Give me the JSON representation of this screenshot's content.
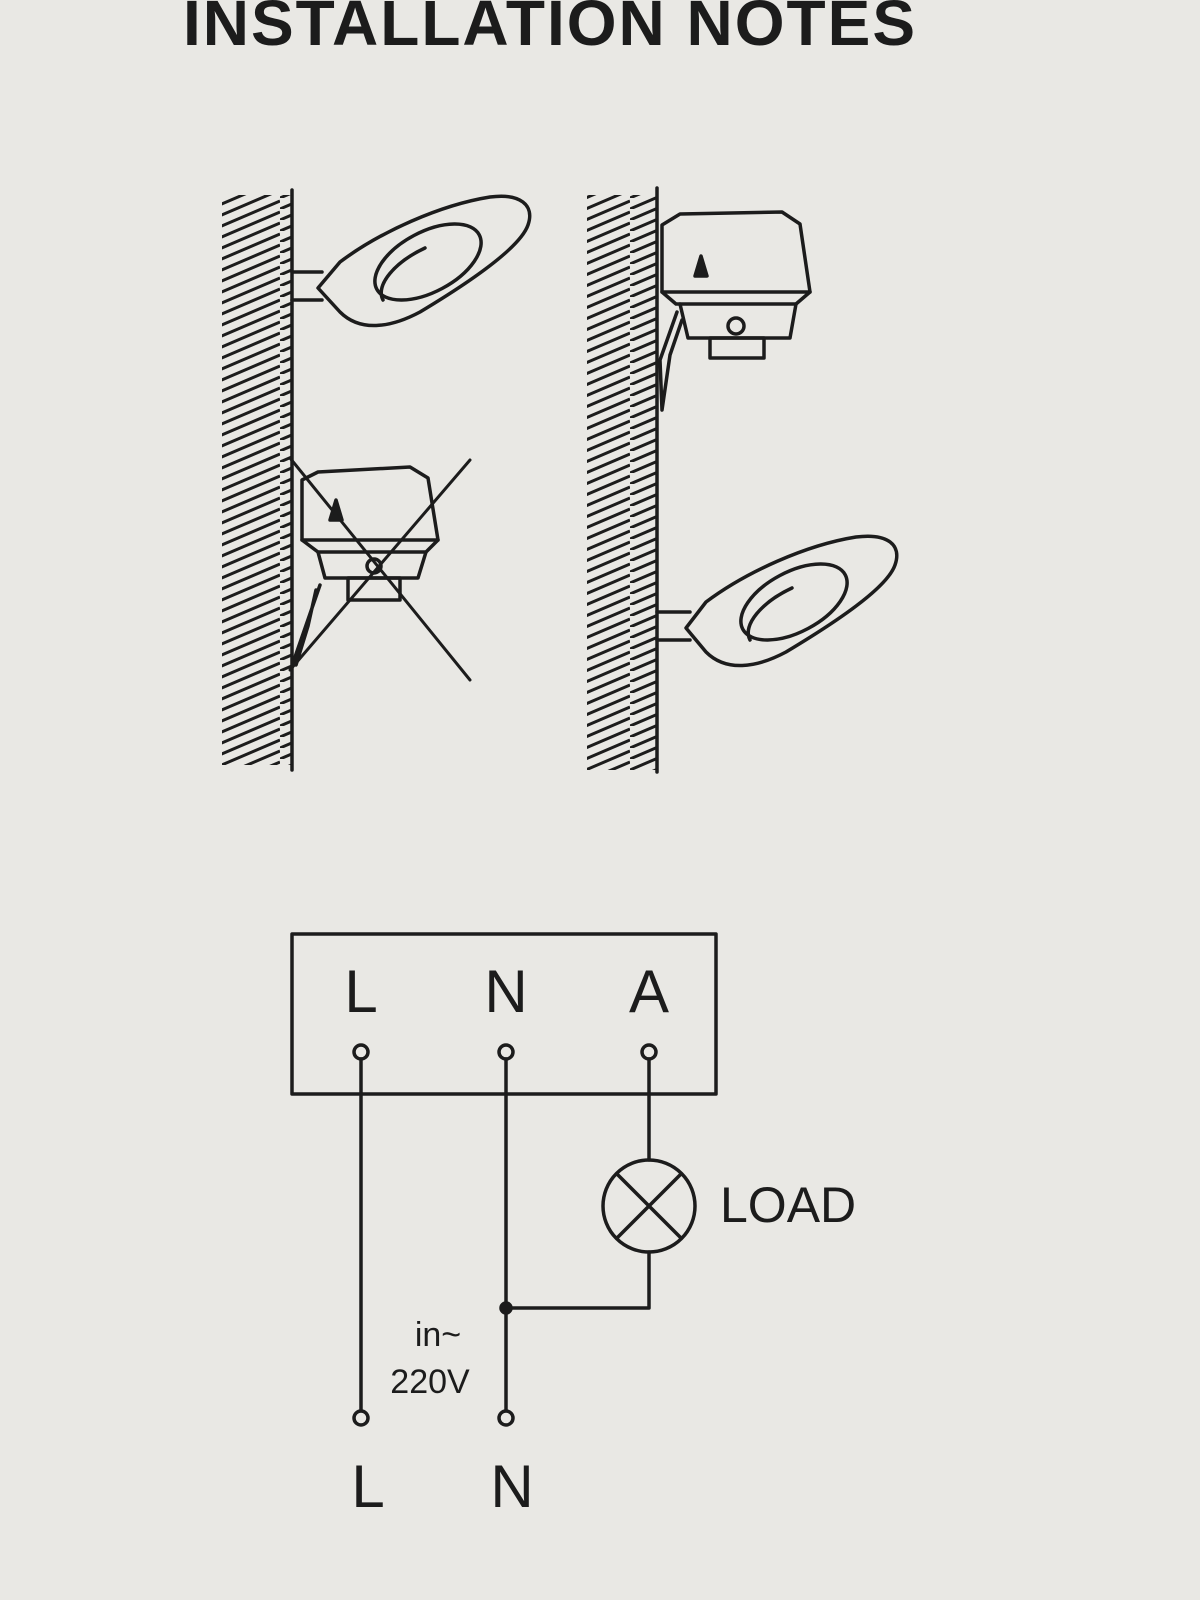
{
  "page": {
    "title": "INSTALLATION NOTES"
  },
  "colors": {
    "background": "#e9e8e4",
    "ink": "#1c1c1c"
  },
  "mounting": {
    "items": [
      {
        "figure": "lamp above wall-mounted sensor",
        "status": "incorrect",
        "mark": "cross-icon"
      },
      {
        "figure": "sensor above wall-mounted lamp",
        "status": "correct",
        "mark": "none"
      }
    ]
  },
  "wiring": {
    "terminals": [
      "L",
      "N",
      "A"
    ],
    "load_label": "LOAD",
    "input_label_1": "in~",
    "input_label_2": "220V",
    "supply_terminals": [
      "L",
      "N"
    ]
  }
}
